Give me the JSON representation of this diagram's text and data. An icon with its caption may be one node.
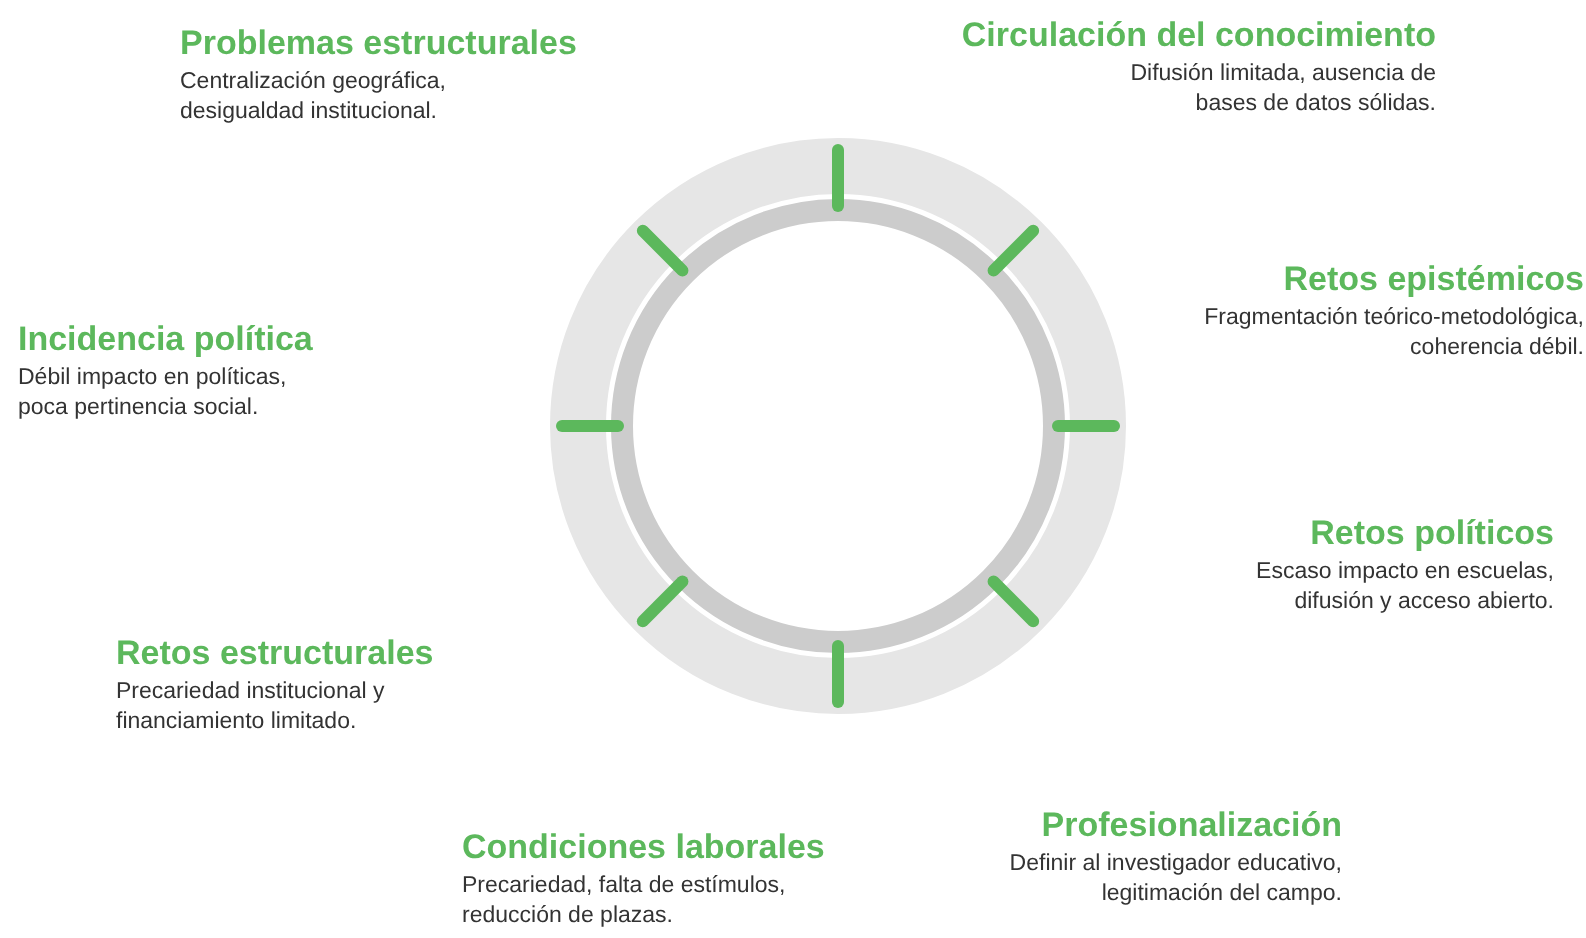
{
  "diagram": {
    "labels": [
      "Problemas estructurales",
      "Centralización geográfica, desigualdad institucional.",
      "Circulación del conocimiento",
      "Difusión limitada, ausencia de bases de datos sólidas.",
      "Retos epistémicos",
      "Fragmentación teórico-metodológica, coherencia débil.",
      "Incidencia política",
      "Débil impacto en políticas, poca pertinencia social.",
      "Retos políticos",
      "Escaso impacto en escuelas, difusión y acceso abierto.",
      "Retos estructurales",
      "Precariedad institucional y financiamiento limitado.",
      "Condiciones laborales",
      "Precariedad, falta de estímulos, reducción de plazas.",
      "Profesionalización",
      "Definir al investigador educativo, legitimación del campo."
    ]
  }
}
